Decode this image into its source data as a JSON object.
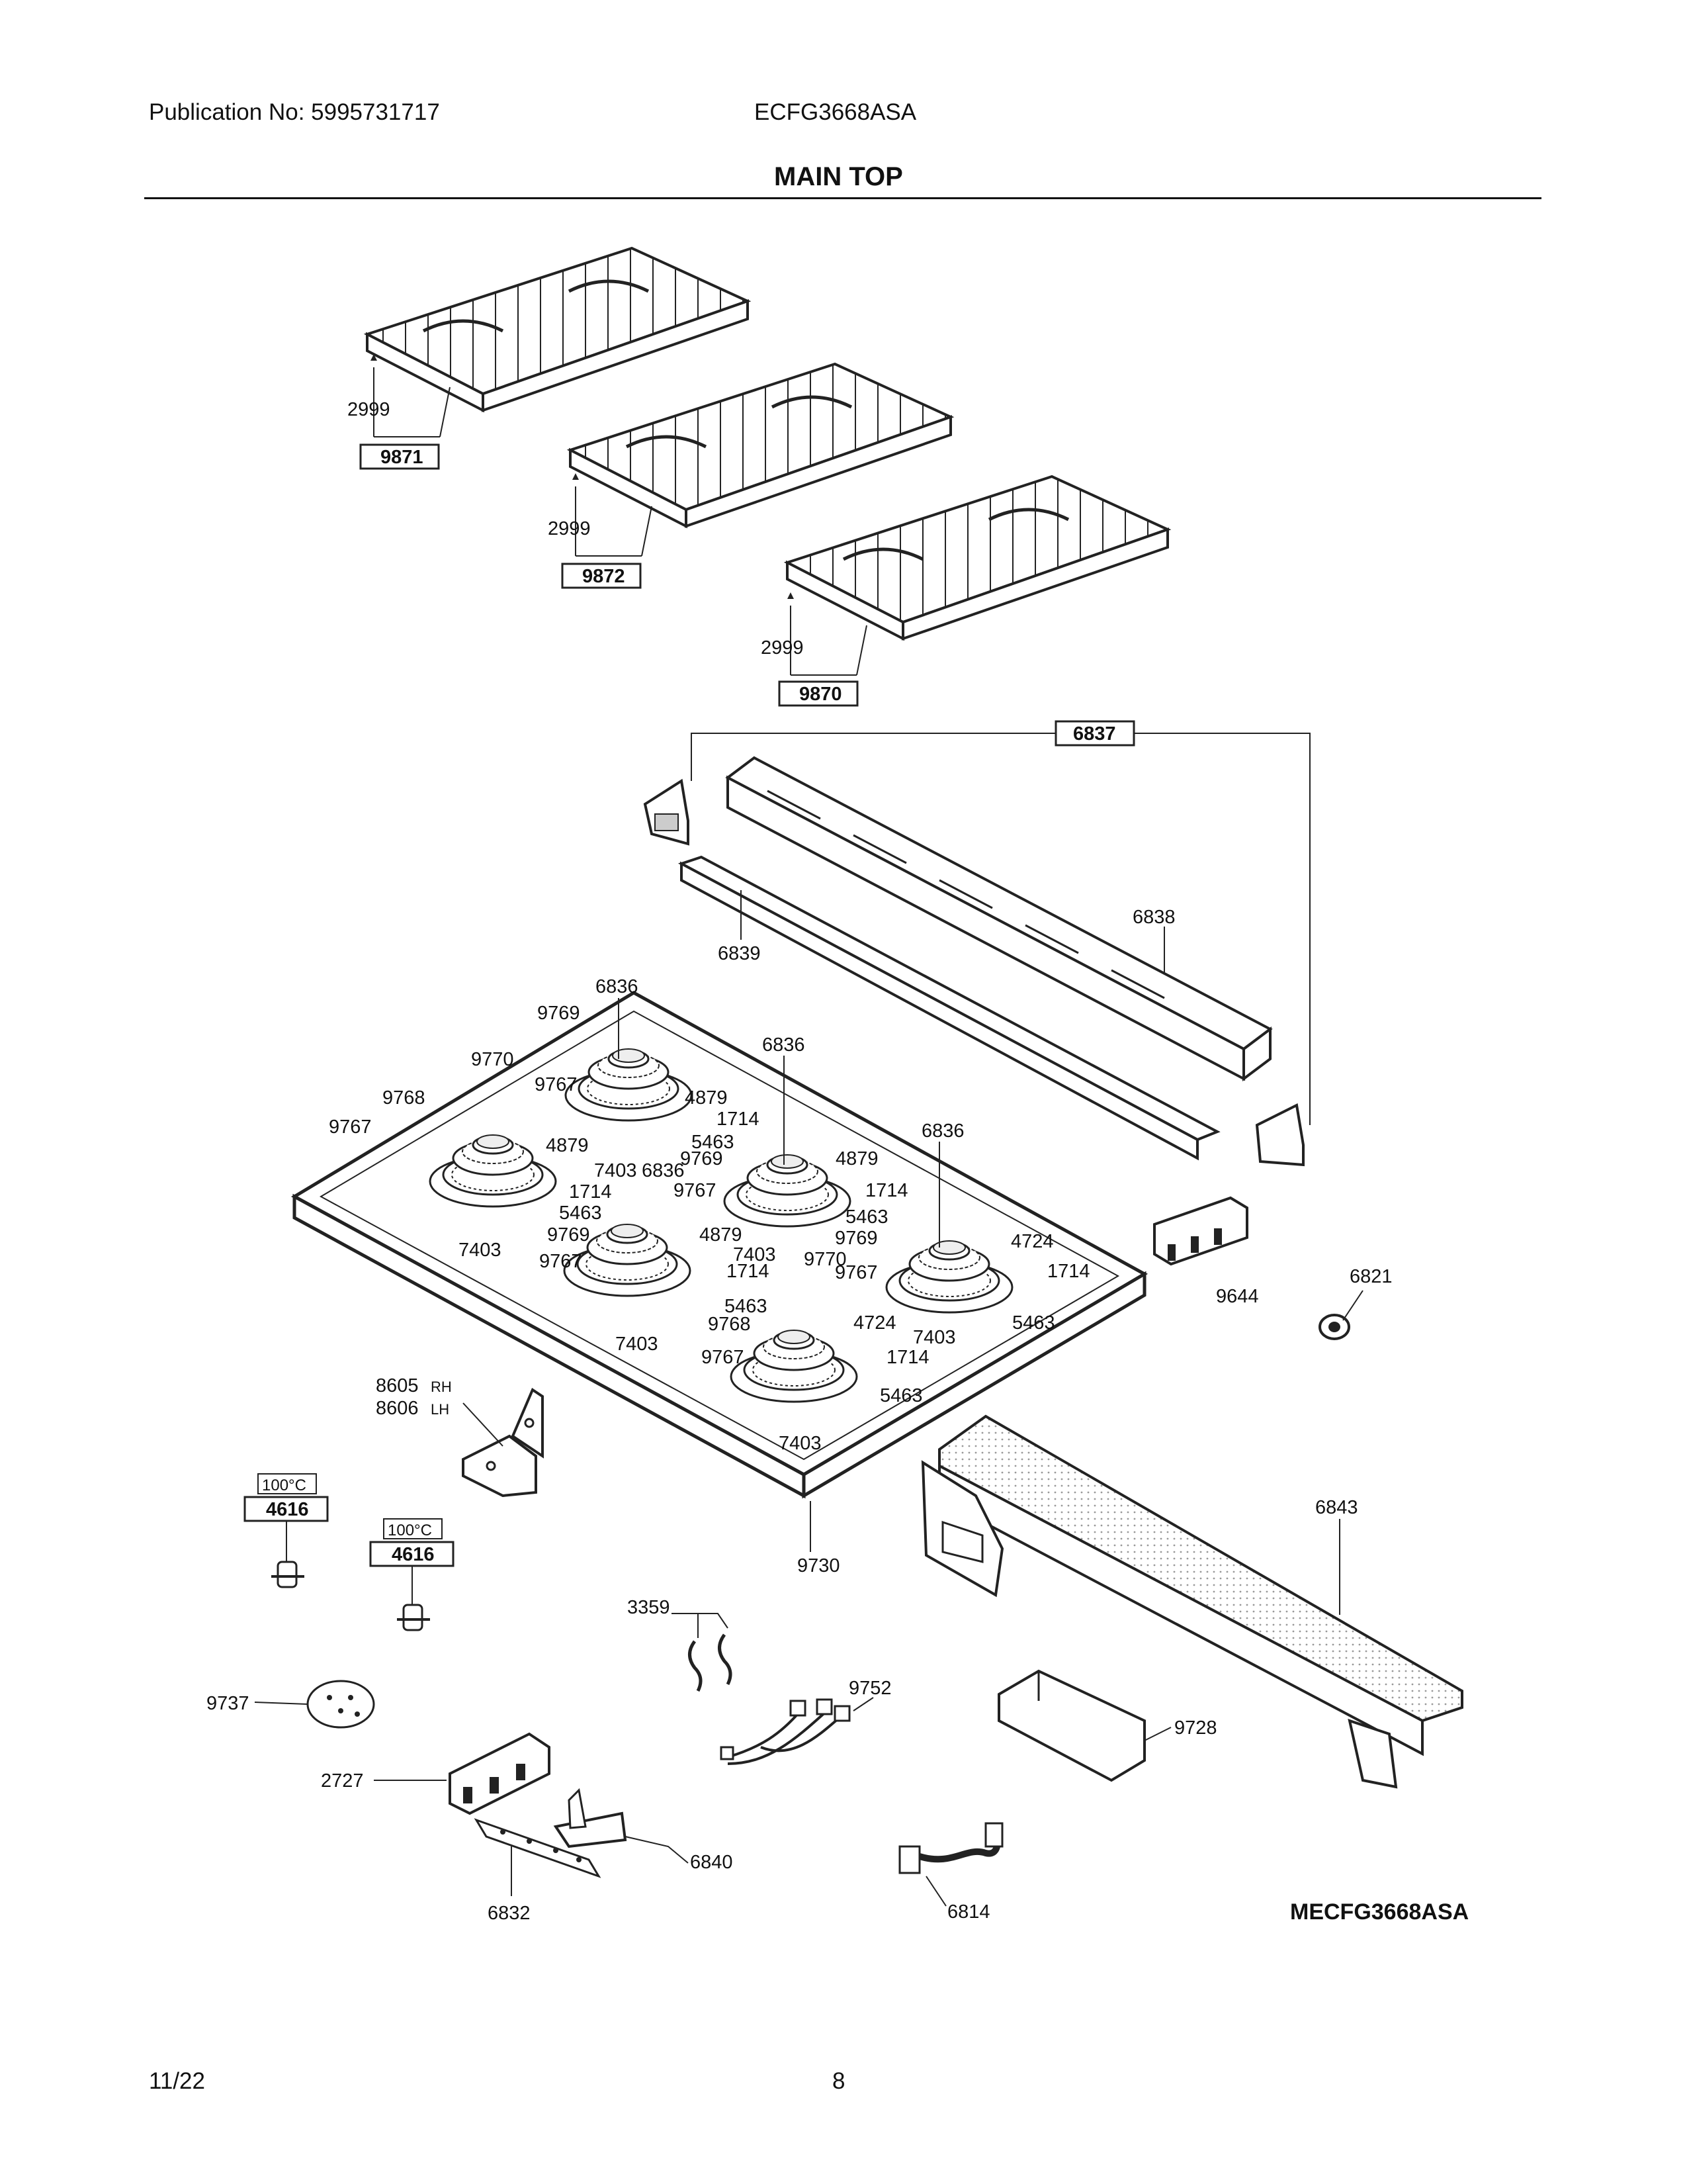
{
  "header": {
    "publication": "Publication No: 5995731717",
    "model": "ECFG3668ASA",
    "title": "MAIN TOP"
  },
  "footer": {
    "date": "11/22",
    "page": "8",
    "diagram_code": "MECFG3668ASA"
  },
  "parts": {
    "grate_left": "9871",
    "grate_center": "9872",
    "grate_right": "9870",
    "grate_bumper": "2999",
    "backguard_kit": "6837",
    "backguard": "6838",
    "backguard_bracket": "6839",
    "burner_head": "6836",
    "burner_cap": "9769",
    "burner_cap_alt": "9770",
    "burner_ring": "9767",
    "burner_ring_alt": "9768",
    "igniter": "4879",
    "igniter_alt": "4724",
    "orifice": "1714",
    "grommet": "5463",
    "screw": "7403",
    "cooktop": "9730",
    "hinge_rh": "8605",
    "hinge_lh": "8606",
    "rh_tag": "RH",
    "lh_tag": "LH",
    "thermostat": "4616",
    "thermostat_rating": "100°C",
    "wire_clip": "3359",
    "grommet_pad": "9737",
    "harness": "9752",
    "spark_module": "2727",
    "bracket_small": "6840",
    "terminal_strip": "6832",
    "relay_module": "9644",
    "foot": "6821",
    "front_manifold_panel": "6843",
    "manifold_bracket": "9728",
    "ribbon_harness": "6814"
  }
}
